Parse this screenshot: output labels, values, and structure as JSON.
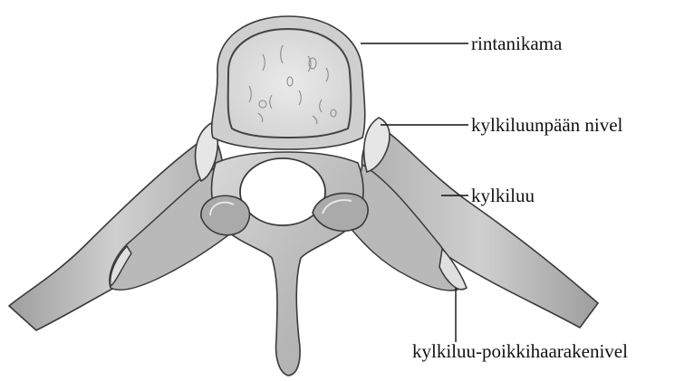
{
  "labels": {
    "vertebra": "rintanikama",
    "costovertebral_joint": "kylkiluunpään nivel",
    "rib": "kylkiluu",
    "costotransverse_joint": "kylkiluu-poikkihaarakenivel"
  },
  "colors": {
    "bone_fill": "#c8c8c8",
    "bone_shade": "#a5a5a5",
    "bone_light": "#e6e6e6",
    "outline": "#3a3a3a",
    "leader_line": "#111111",
    "background": "#ffffff"
  }
}
